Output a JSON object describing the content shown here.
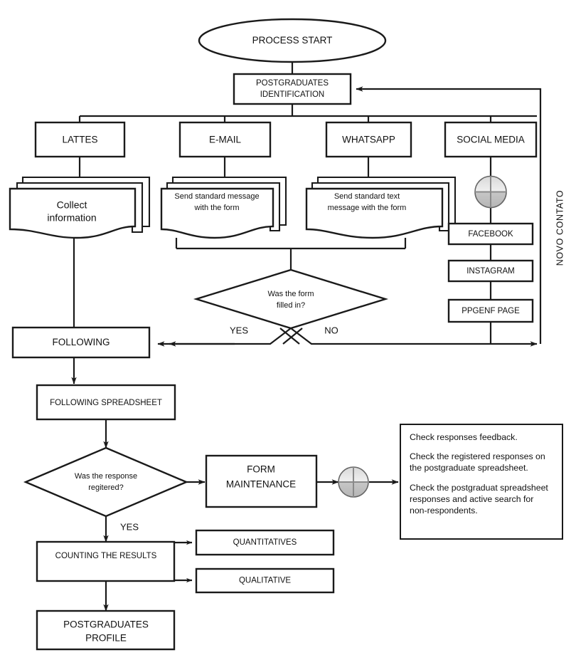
{
  "diagram": {
    "title_vertical_label": "NOVO CONTATO",
    "nodes": {
      "start": "PROCESS START",
      "identification": "POSTGRADUATES\nIDENTIFICATION",
      "identification_line1": "POSTGRADUATES",
      "identification_line2": "IDENTIFICATION",
      "lattes": "LATTES",
      "email": "E-MAIL",
      "whatsapp": "WHATSAPP",
      "social_media": "SOCIAL MEDIA",
      "collect_line1": "Collect",
      "collect_line2": "information",
      "email_doc_line1": "Send standard message",
      "email_doc_line2": "with the form",
      "whats_doc_line1": "Send standard text",
      "whats_doc_line2": "message with the form",
      "facebook": "FACEBOOK",
      "instagram": "INSTAGRAM",
      "ppgenf": "PPGENF PAGE",
      "decision_form_line1": "Was the form",
      "decision_form_line2": "filled in?",
      "following": "FOLLOWING",
      "following_spreadsheet": "FOLLOWING SPREADSHEET",
      "decision_response_line1": "Was the response",
      "decision_response_line2": "regitered?",
      "form_maintenance_line1": "FORM",
      "form_maintenance_line2": "MAINTENANCE",
      "counting": "COUNTING THE RESULTS",
      "quantitatives": "QUANTITATIVES",
      "qualitative": "QUALITATIVE",
      "profile_line1": "POSTGRADUATES",
      "profile_line2": "PROFILE"
    },
    "edge_labels": {
      "yes_form": "YES",
      "no_form": "NO",
      "yes_response": "YES"
    },
    "note": {
      "lines": [
        "Check responses feedback.",
        "Check the registered responses on\nthe postgraduate spreadsheet.",
        "Check the postgraduat spreadsheet\nresponses and active search for\nnon-respondents."
      ]
    },
    "colors": {
      "stroke": "#1a1a1a",
      "fill": "#ffffff",
      "junction_fill": "#c9c9c9",
      "text": "#111111"
    }
  }
}
